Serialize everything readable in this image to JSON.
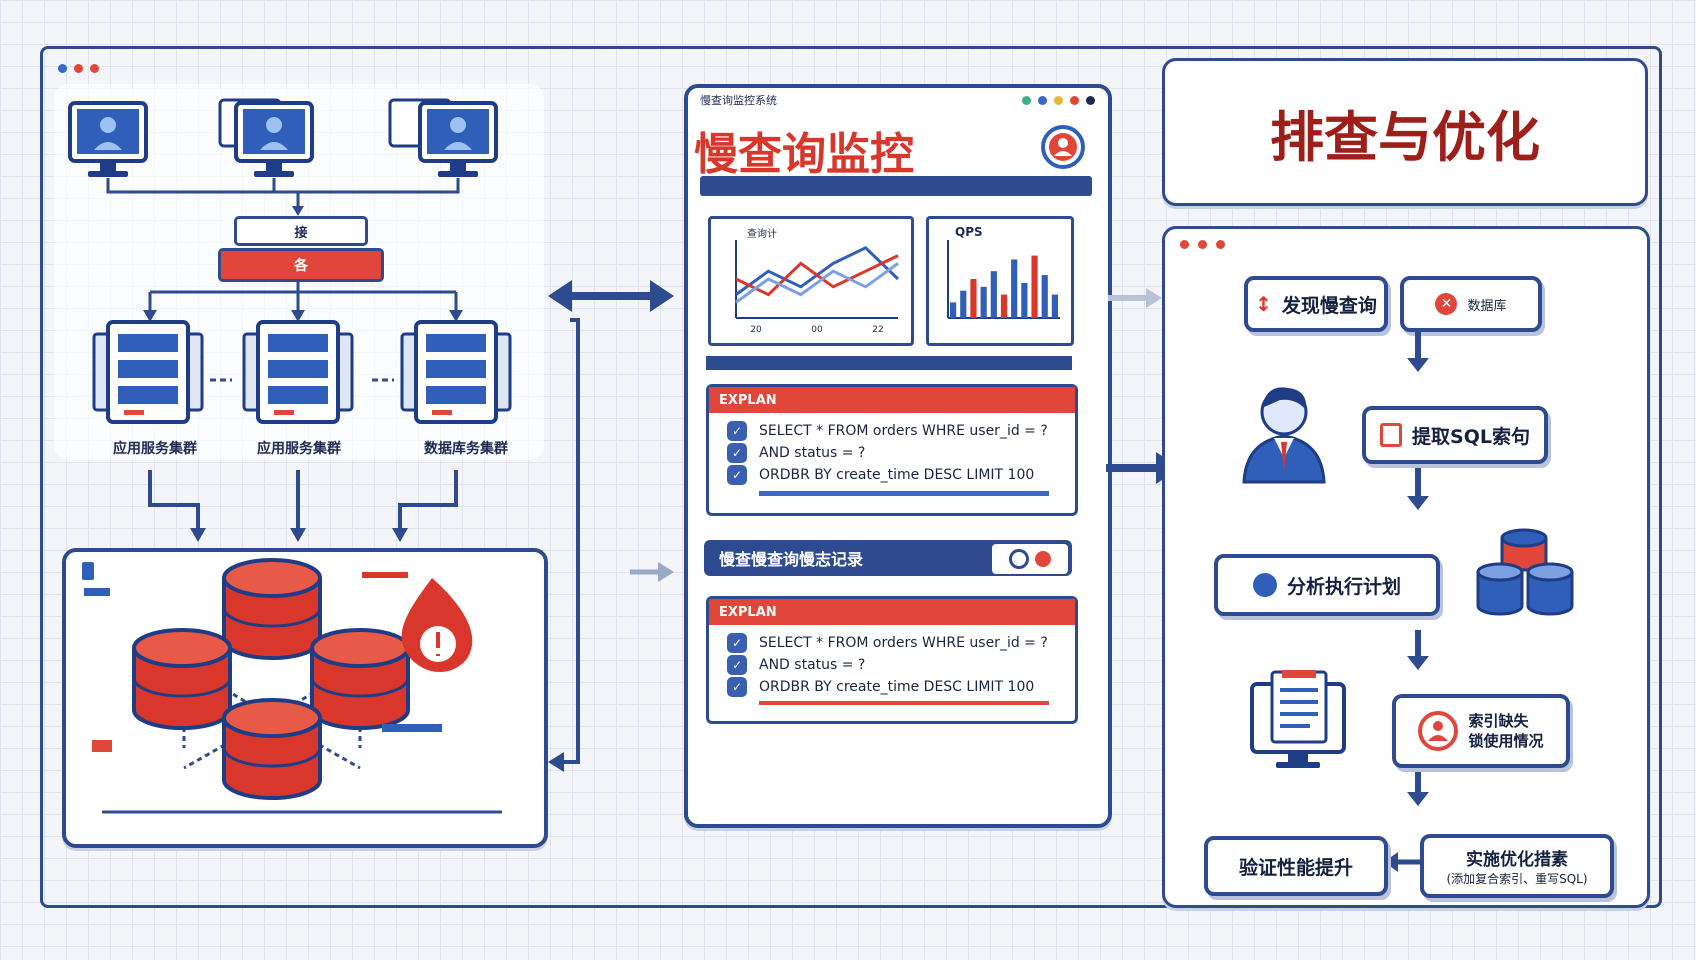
{
  "colors": {
    "navy": "#2f4b8f",
    "red": "#d9372c",
    "bg": "#f3f5f9"
  },
  "left": {
    "banner_top": "接",
    "banner_red": "各",
    "cluster_labels": [
      "应用服务集群",
      "应用服务集群",
      "数据库务集群"
    ]
  },
  "monitor": {
    "window_caption": "慢查询监控系统",
    "title": "慢查询监控",
    "chart1_title": "查询计",
    "chart2_title": "QPS",
    "explain_label": "EXPLAN",
    "code_lines": [
      "SELECT * FROM orders WHRE user_id = ?",
      "AND status = ?",
      "ORDBR BY create_time DESC LIMIT 100"
    ],
    "log_bar": "慢查慢查询慢志记录",
    "explain_label_2": "EXPLAN"
  },
  "right": {
    "title": "排查与优化",
    "steps": {
      "find": "发现慢查询",
      "db_side": "数据库",
      "extract": "提取SQL索句",
      "analyze": "分析执行计划",
      "issue_line1": "索引缺失",
      "issue_line2": "锁使用情况",
      "implement": "实施优化措素",
      "implement_sub": "(添加复合索引、重写SQL)",
      "verify": "验证性能提升"
    }
  },
  "chart_data": [
    {
      "type": "line",
      "title": "查询计",
      "x": [
        "20",
        "00",
        "22"
      ],
      "series": [
        {
          "values": [
            0.3,
            0.6,
            0.4,
            0.7,
            0.9,
            0.5
          ]
        },
        {
          "values": [
            0.5,
            0.3,
            0.7,
            0.4,
            0.6,
            0.8
          ]
        },
        {
          "values": [
            0.2,
            0.5,
            0.3,
            0.6,
            0.4,
            0.7
          ]
        }
      ]
    },
    {
      "type": "bar",
      "title": "QPS",
      "values": [
        0.2,
        0.35,
        0.5,
        0.4,
        0.6,
        0.3,
        0.75,
        0.45,
        0.8,
        0.55,
        0.3
      ]
    }
  ]
}
